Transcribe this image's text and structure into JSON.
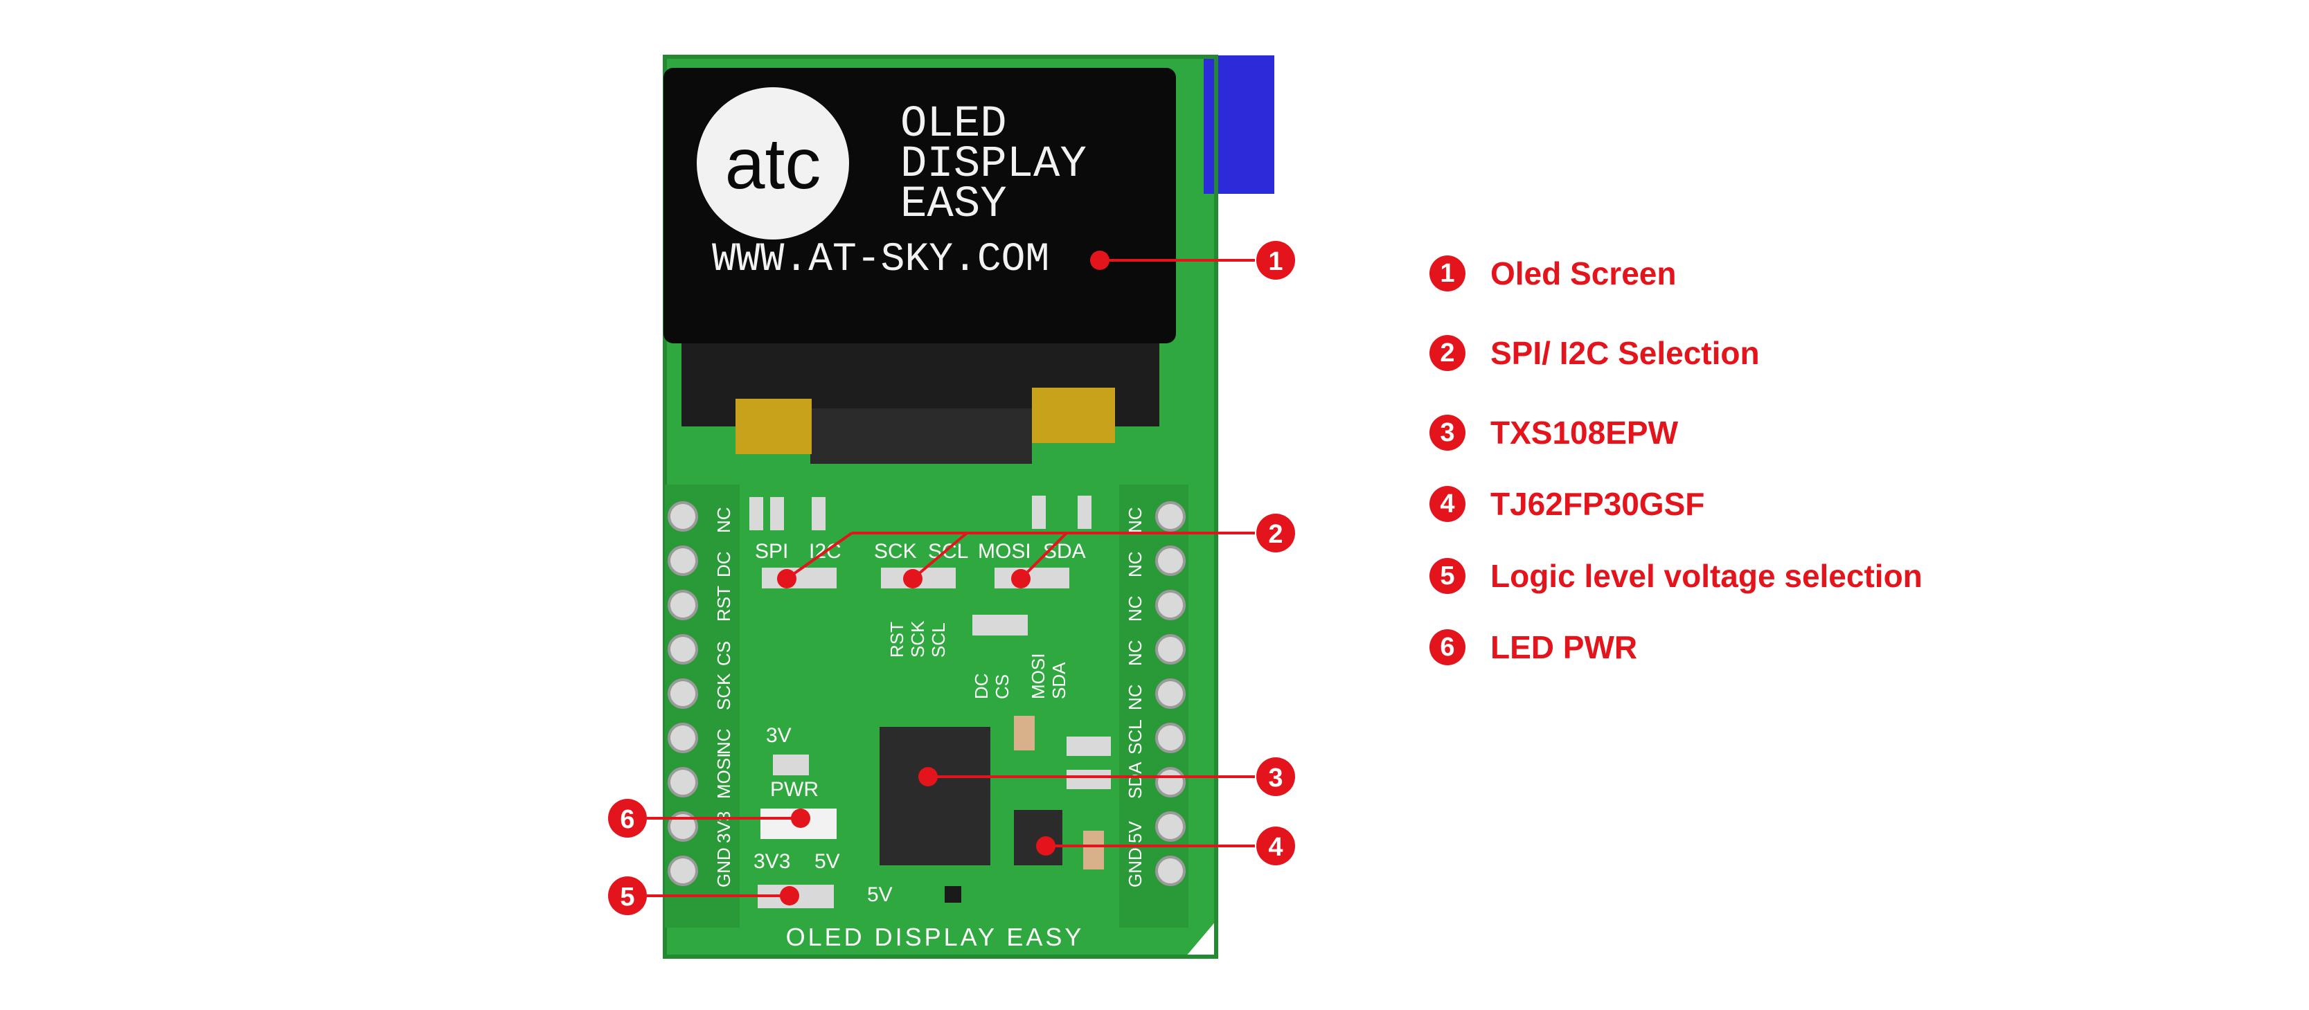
{
  "screen_text": {
    "line1": "OLED",
    "line2": "DISPLAY",
    "line3": "EASY",
    "url": "WWW.AT-SKY.COM",
    "logo": "atc"
  },
  "board": {
    "bottom_label": "OLED DISPLAY EASY",
    "jumper_spi": "SPI",
    "jumper_i2c": "I2C",
    "jumper_sck": "SCK",
    "jumper_scl": "SCL",
    "jumper_mosi": "MOSI",
    "jumper_sda": "SDA",
    "vert_rst": "RST",
    "vert_sck": "SCK",
    "vert_scl": "SCL",
    "vert_dc": "DC",
    "vert_cs": "CS",
    "vert_mosi": "MOSI",
    "vert_sda": "SDA",
    "label_3v": "3V",
    "label_pwr": "PWR",
    "label_3v3": "3V3",
    "label_5v": "5V",
    "label_5v_side": "5V",
    "left_pins": [
      "NC",
      "DC",
      "RST",
      "CS",
      "SCK",
      "NC",
      "MOSI",
      "3V3",
      "GND"
    ],
    "right_pins": [
      "NC",
      "NC",
      "NC",
      "NC",
      "NC",
      "SCL",
      "SDA",
      "5V",
      "GND"
    ]
  },
  "callouts": [
    "1",
    "2",
    "3",
    "4",
    "5",
    "6"
  ],
  "legend": [
    {
      "number": "1",
      "label": "Oled Screen"
    },
    {
      "number": "2",
      "label": "SPI/ I2C Selection"
    },
    {
      "number": "3",
      "label": "TXS108EPW"
    },
    {
      "number": "4",
      "label": "TJ62FP30GSF"
    },
    {
      "number": "5",
      "label": "Logic level voltage selection"
    },
    {
      "number": "6",
      "label": "LED PWR"
    }
  ],
  "colors": {
    "accent": "#e3141b",
    "pcb": "#2fa83f",
    "screen": "#0a0a0a",
    "screen_text": "#f2f2f2",
    "ribbon": "#2b2bd9"
  }
}
